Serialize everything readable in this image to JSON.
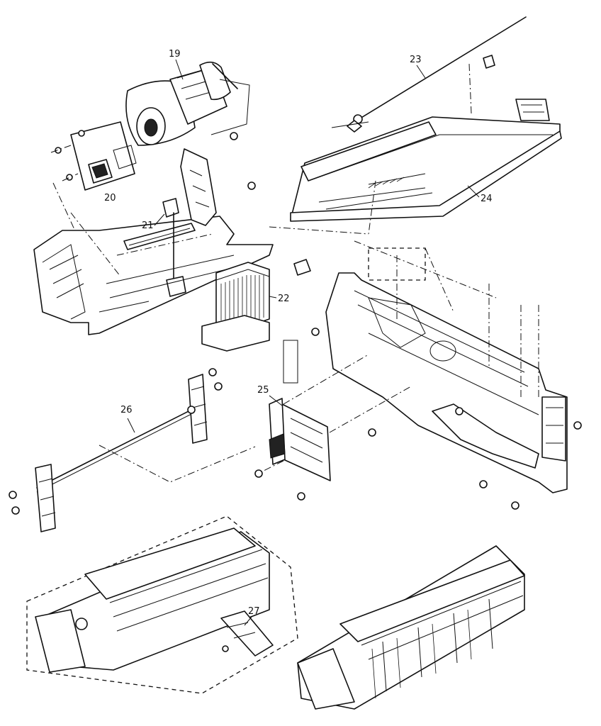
{
  "callouts": {
    "p19": "19",
    "p20": "20",
    "p21": "21",
    "p22": "22",
    "p23": "23",
    "p24": "24",
    "p25": "25",
    "p26": "26",
    "p27": "27"
  }
}
